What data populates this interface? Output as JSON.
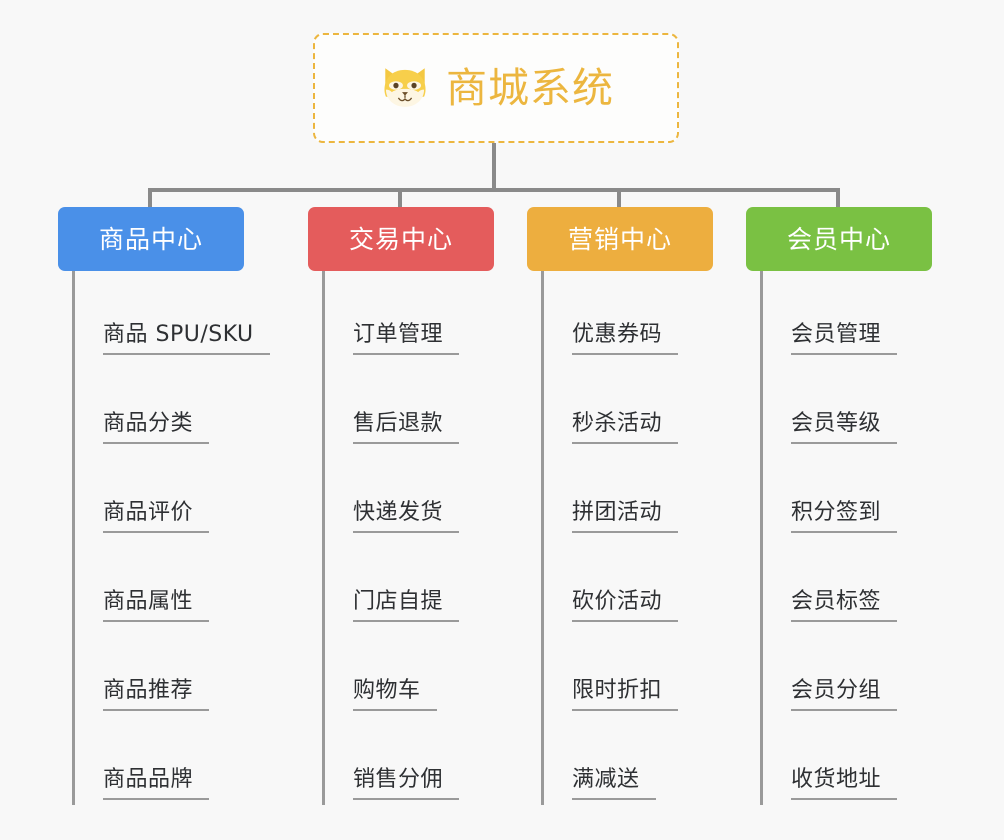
{
  "background_color": "#f8f8f8",
  "root": {
    "title": "商城系统",
    "icon": "shiba-dog-face-icon",
    "text_color": "#ecb63f",
    "border_color": "#ecb63f",
    "border_style": "dashed"
  },
  "categories": [
    {
      "label": "商品中心",
      "color": "#4a90e8",
      "items": [
        "商品 SPU/SKU",
        "商品分类",
        "商品评价",
        "商品属性",
        "商品推荐",
        "商品品牌"
      ]
    },
    {
      "label": "交易中心",
      "color": "#e45c5c",
      "items": [
        "订单管理",
        "售后退款",
        "快递发货",
        "门店自提",
        "购物车",
        "销售分佣"
      ]
    },
    {
      "label": "营销中心",
      "color": "#edae3f",
      "items": [
        "优惠券码",
        "秒杀活动",
        "拼团活动",
        "砍价活动",
        "限时折扣",
        "满减送"
      ]
    },
    {
      "label": "会员中心",
      "color": "#7ac143",
      "items": [
        "会员管理",
        "会员等级",
        "积分签到",
        "会员标签",
        "会员分组",
        "收货地址"
      ]
    }
  ],
  "connector_color": "#8a8a8a"
}
